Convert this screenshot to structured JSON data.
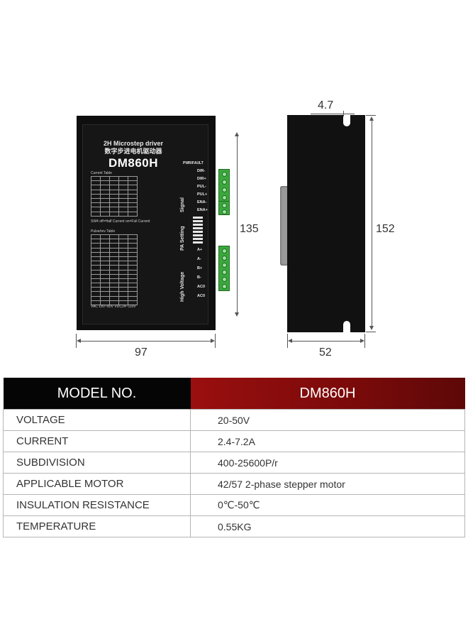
{
  "diagram": {
    "front": {
      "title": "2H Microstep driver",
      "subtitle": "数字步进电机驱动器",
      "model": "DM860H",
      "current_table_caption": "Current Table",
      "pulse_table_caption": "Pulse/rev Table",
      "sw_note": "SW4 off=Half Current  on=Full Current",
      "pwr_label": "PWR/FAULT",
      "signal_label": "Signal",
      "pa_label": "PA Setting",
      "hv_label": "High Voltage",
      "signal_pins": [
        "DIR-",
        "DIR+",
        "PUL-",
        "PUL+",
        "ENA-",
        "ENA+"
      ],
      "power_pins": [
        "A+",
        "A-",
        "B+",
        "B-",
        "AC0",
        "AC0"
      ],
      "footer": "VAC 18V~80V  VDC24~110V"
    },
    "dimensions": {
      "width": "97",
      "height": "135",
      "side_height": "152",
      "depth": "52",
      "slot": "4.7"
    }
  },
  "spec_table": {
    "header": {
      "key": "MODEL NO.",
      "value": "DM860H"
    },
    "rows": [
      {
        "key": "VOLTAGE",
        "value": "20-50V"
      },
      {
        "key": "CURRENT",
        "value": "2.4-7.2A"
      },
      {
        "key": "SUBDIVISION",
        "value": "400-25600P/r"
      },
      {
        "key": "APPLICABLE MOTOR",
        "value": "42/57 2-phase stepper motor"
      },
      {
        "key": "INSULATION RESISTANCE",
        "value": "0℃-50℃"
      },
      {
        "key": "TEMPERATURE",
        "value": "0.55KG"
      }
    ]
  },
  "colors": {
    "header_black": "#050505",
    "header_red": "#9a0f0f",
    "terminal_green": "#3aa83d"
  }
}
